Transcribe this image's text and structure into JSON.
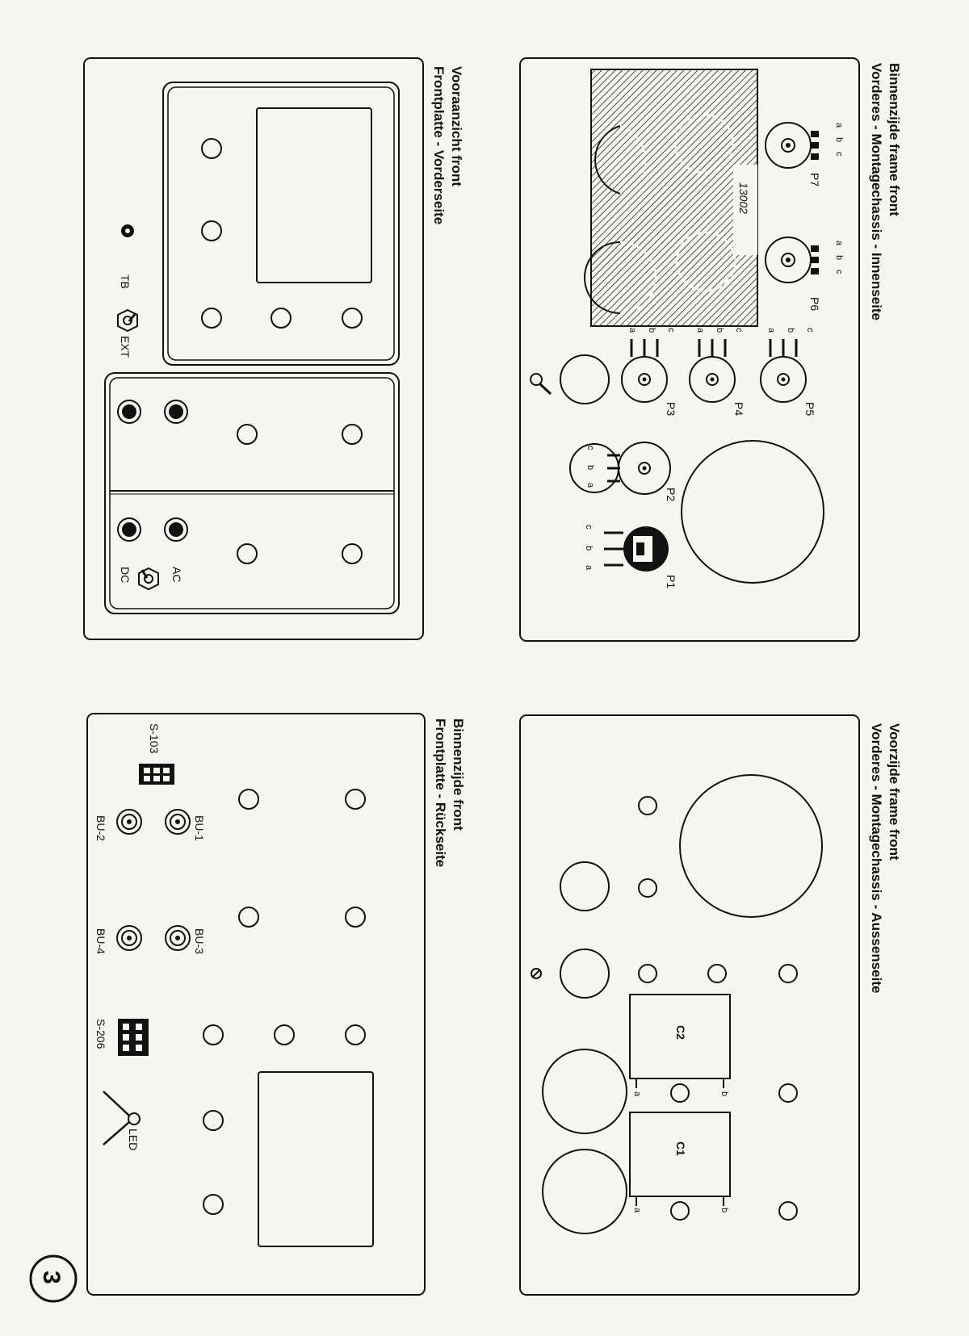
{
  "page": {
    "number": "3"
  },
  "panels": {
    "inner_chassis": {
      "title_line1": "Binnenzijde frame front",
      "title_line2": "Vorderes - Montagechassis - Innenseite",
      "pcb_label": "13002",
      "pots": {
        "p1": "P1",
        "p2": "P2",
        "p3": "P3",
        "p4": "P4",
        "p5": "P5",
        "p6": "P6",
        "p7": "P7"
      },
      "pin_a": "a",
      "pin_b": "b",
      "pin_c": "c"
    },
    "outer_chassis": {
      "title_line1": "Voorzijde frame front",
      "title_line2": "Vorderes - Montagechassis - Aussenseite",
      "capacitors": {
        "c1": "C1",
        "c2": "C2"
      },
      "pin_a": "a",
      "pin_b": "b"
    },
    "front_view": {
      "title_line1": "Vooraanzicht front",
      "title_line2": "Frontplatte - Vorderseite",
      "switch_tb": "TB",
      "switch_ext": "EXT",
      "switch_ac": "AC",
      "switch_dc": "DC"
    },
    "front_rear": {
      "title_line1": "Binnenzijde front",
      "title_line2": "Frontplatte - Rückseite",
      "s103": "S-103",
      "s206": "S-206",
      "bu1": "BU-1",
      "bu2": "BU-2",
      "bu3": "BU-3",
      "bu4": "BU-4",
      "led": "LED"
    }
  }
}
